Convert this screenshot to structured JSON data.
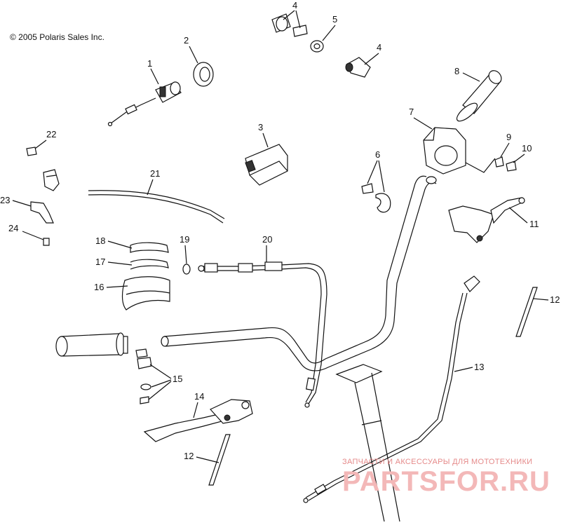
{
  "copyright": "© 2005 Polaris Sales Inc.",
  "callouts": {
    "c1": "1",
    "c2": "2",
    "c3": "3",
    "c4a": "4",
    "c4b": "4",
    "c5": "5",
    "c6": "6",
    "c7": "7",
    "c8": "8",
    "c9": "9",
    "c10": "10",
    "c11": "11",
    "c12a": "12",
    "c12b": "12",
    "c13": "13",
    "c14": "14",
    "c15": "15",
    "c16": "16",
    "c17": "17",
    "c18": "18",
    "c19": "19",
    "c20": "20",
    "c21": "21",
    "c22": "22",
    "c23": "23",
    "c24": "24"
  },
  "watermark": {
    "tagline": "ЗАПЧАСТИ И АКСЕССУАРЫ ДЛЯ МОТОТЕХНИКИ",
    "logo": "PARTSFOR.RU"
  }
}
